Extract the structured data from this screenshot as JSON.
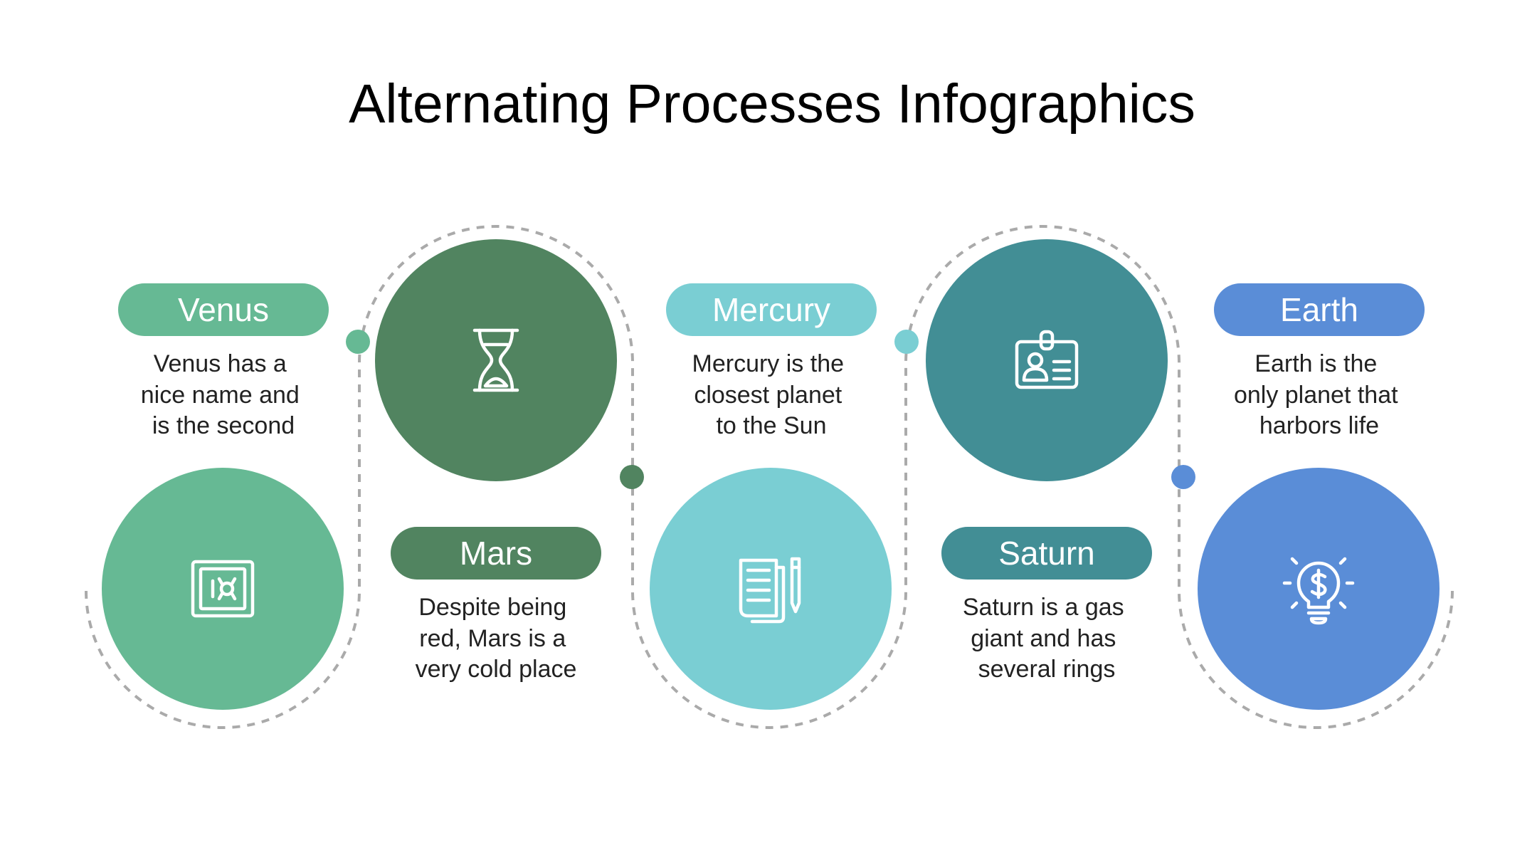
{
  "title": "Alternating Processes Infographics",
  "colors": {
    "venus": "#66B994",
    "mars": "#518460",
    "mercury": "#7ACED3",
    "saturn": "#428E95",
    "earth": "#5A8DD7",
    "dashed_path": "#AAAAAA"
  },
  "steps": [
    {
      "label": "Venus",
      "description": [
        "Venus has a",
        "nice name and",
        "is the second"
      ],
      "icon": "safe-icon"
    },
    {
      "label": "Mars",
      "description": [
        "Despite being",
        "red, Mars is a",
        "very cold place"
      ],
      "icon": "hourglass-icon"
    },
    {
      "label": "Mercury",
      "description": [
        "Mercury is the",
        "closest planet",
        "to the Sun"
      ],
      "icon": "document-pencil-icon"
    },
    {
      "label": "Saturn",
      "description": [
        "Saturn is a gas",
        "giant and has",
        "several rings"
      ],
      "icon": "id-badge-icon"
    },
    {
      "label": "Earth",
      "description": [
        "Earth is the",
        "only planet that",
        "harbors life"
      ],
      "icon": "lightbulb-dollar-icon"
    }
  ]
}
